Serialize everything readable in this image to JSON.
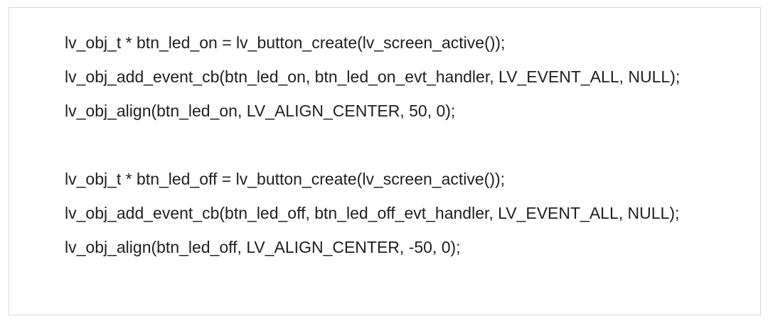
{
  "code_block": {
    "language": "c",
    "text_color": "#1f1f1f",
    "border_color": "#d8d8d8",
    "background_color": "#ffffff",
    "lines": [
      "lv_obj_t * btn_led_on = lv_button_create(lv_screen_active());",
      "lv_obj_add_event_cb(btn_led_on, btn_led_on_evt_handler, LV_EVENT_ALL, NULL);",
      "lv_obj_align(btn_led_on, LV_ALIGN_CENTER, 50, 0);",
      "",
      "lv_obj_t * btn_led_off = lv_button_create(lv_screen_active());",
      "lv_obj_add_event_cb(btn_led_off, btn_led_off_evt_handler, LV_EVENT_ALL, NULL);",
      "lv_obj_align(btn_led_off, LV_ALIGN_CENTER, -50, 0);"
    ]
  }
}
